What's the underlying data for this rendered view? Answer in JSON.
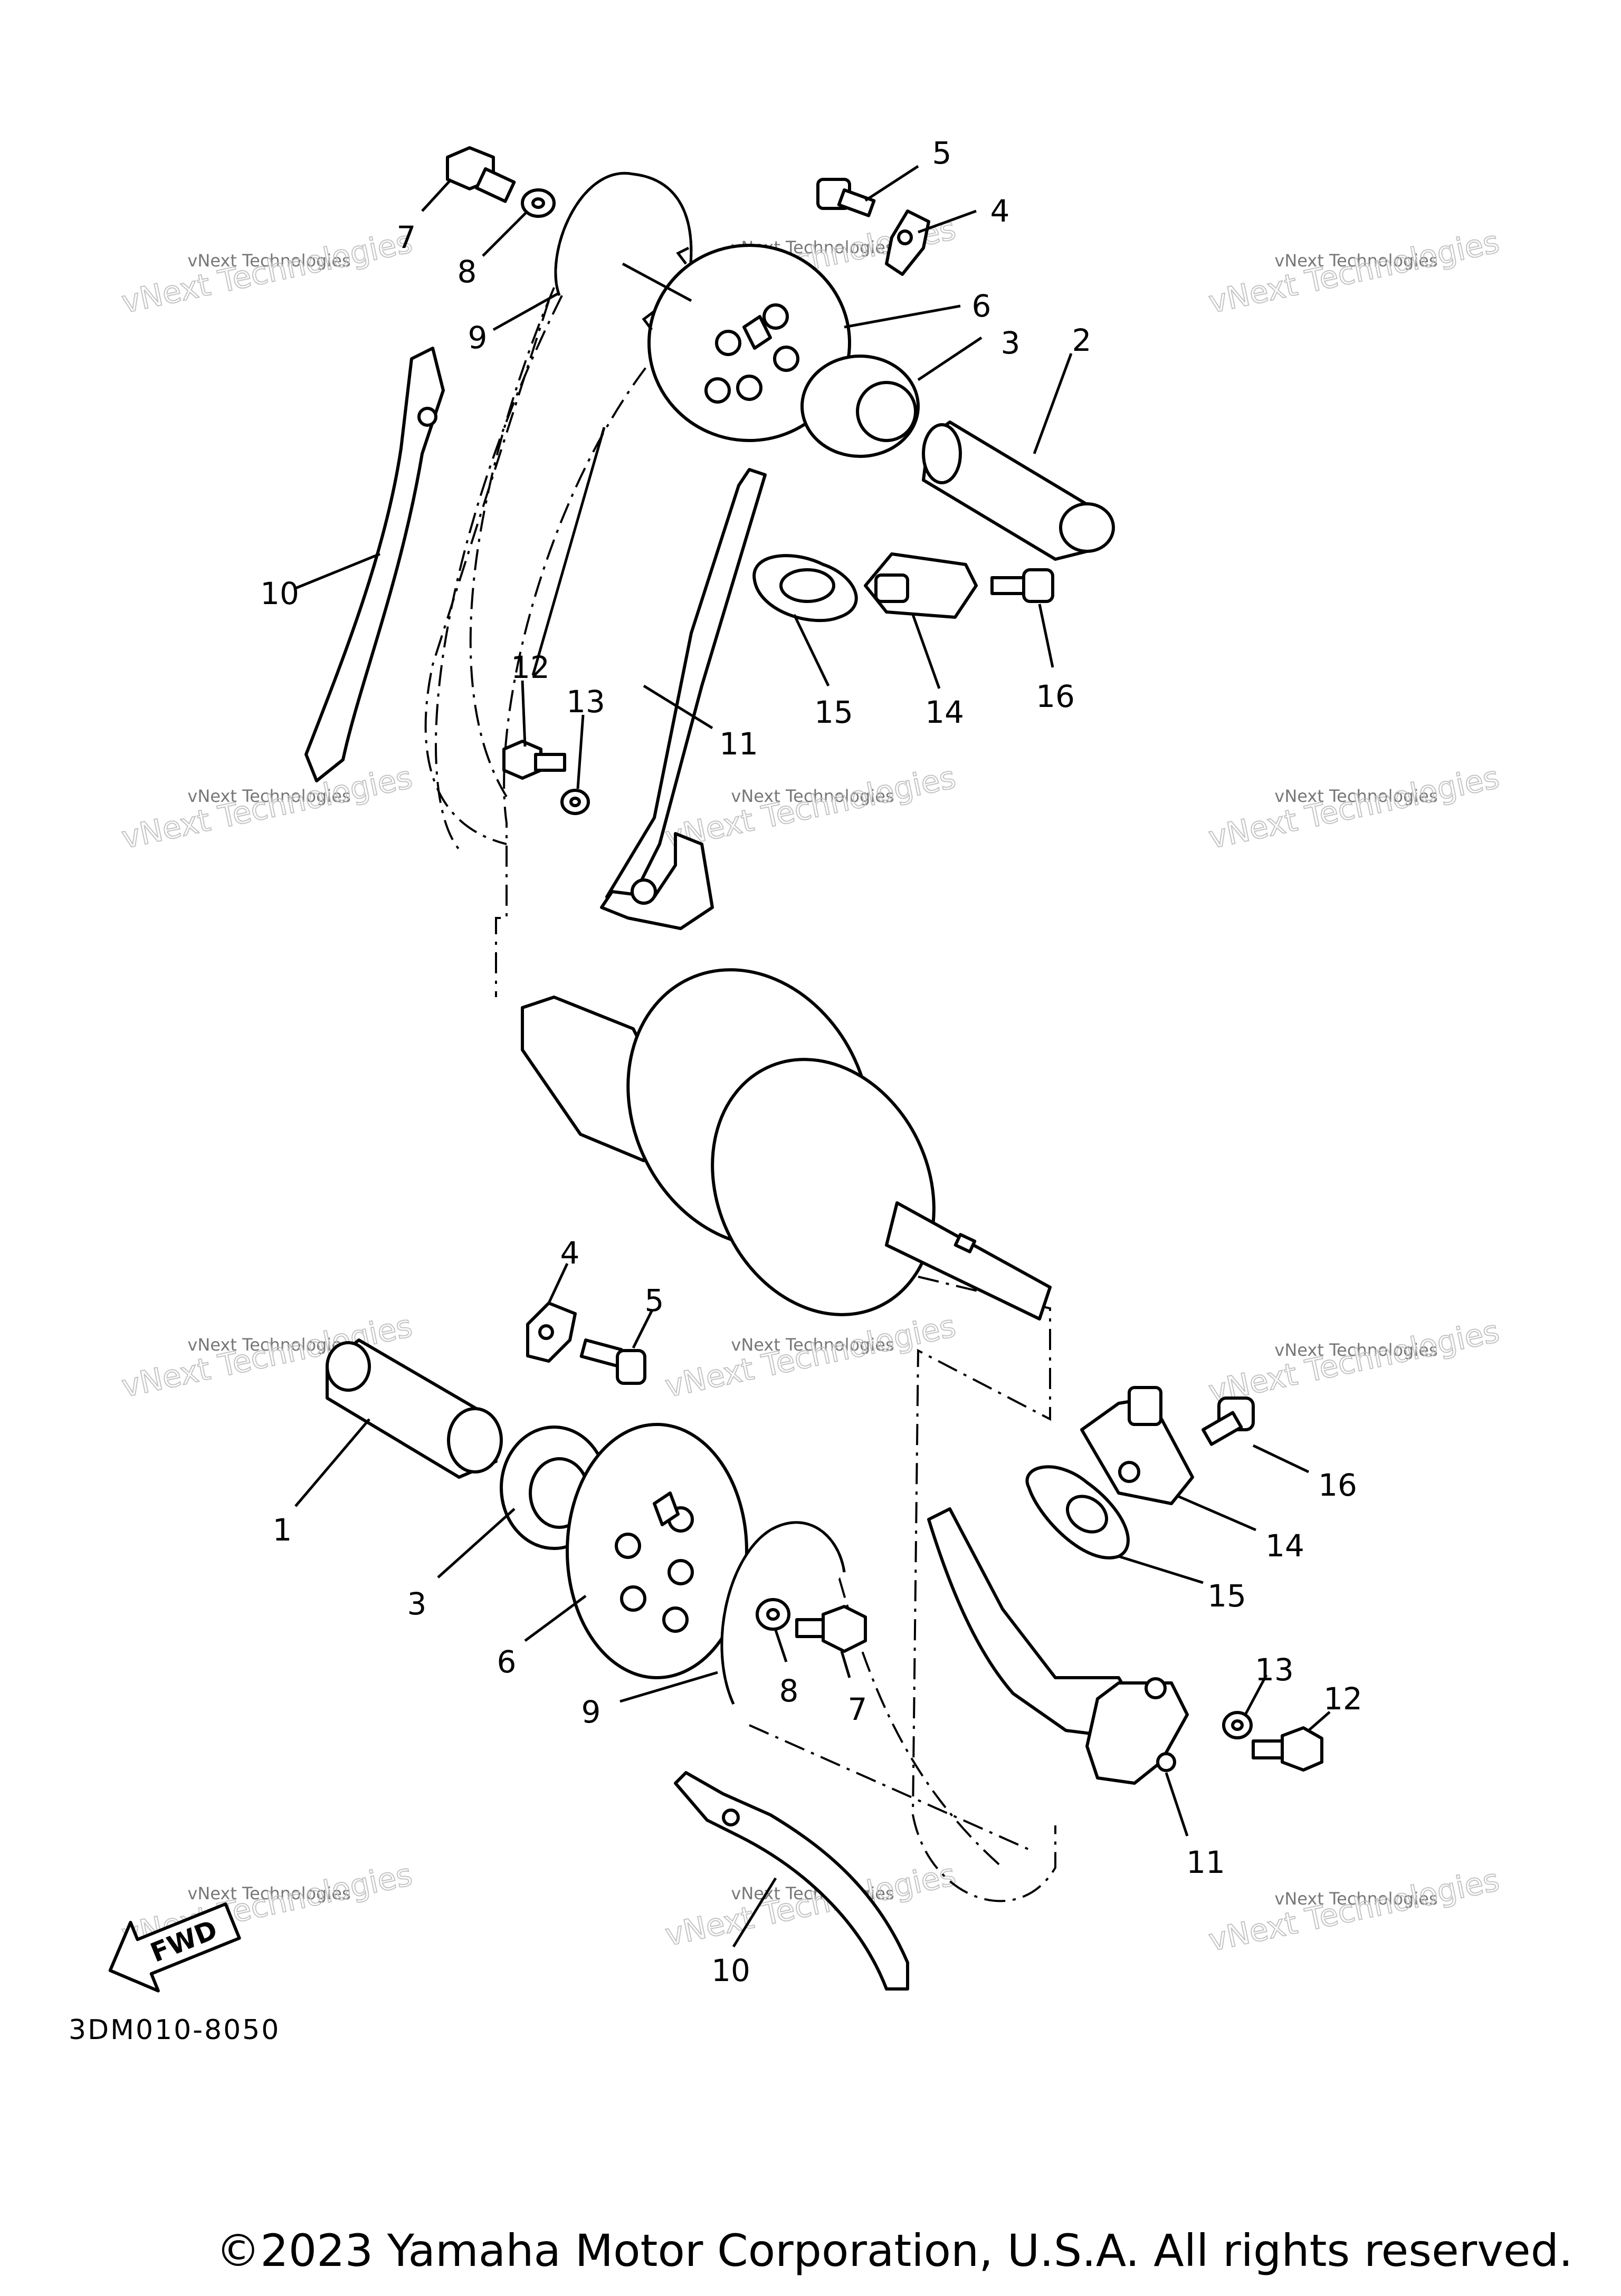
{
  "diagram": {
    "callouts": [
      {
        "n": "7"
      },
      {
        "n": "8"
      },
      {
        "n": "9"
      },
      {
        "n": "10"
      },
      {
        "n": "5"
      },
      {
        "n": "4"
      },
      {
        "n": "6"
      },
      {
        "n": "3"
      },
      {
        "n": "2"
      },
      {
        "n": "12"
      },
      {
        "n": "13"
      },
      {
        "n": "11"
      },
      {
        "n": "15"
      },
      {
        "n": "14"
      },
      {
        "n": "16"
      },
      {
        "n": "4"
      },
      {
        "n": "5"
      },
      {
        "n": "1"
      },
      {
        "n": "3"
      },
      {
        "n": "6"
      },
      {
        "n": "9"
      },
      {
        "n": "8"
      },
      {
        "n": "7"
      },
      {
        "n": "16"
      },
      {
        "n": "14"
      },
      {
        "n": "15"
      },
      {
        "n": "13"
      },
      {
        "n": "12"
      },
      {
        "n": "11"
      },
      {
        "n": "10"
      }
    ],
    "fwd_label": "FWD",
    "code": "3DM010-8050"
  },
  "watermark": {
    "line1": "vNext Technologies",
    "line2": "vNext Technologies"
  },
  "footer": {
    "copyright": "©2023 Yamaha Motor Corporation, U.S.A. All rights reserved."
  },
  "colors": {
    "ink": "#000000",
    "background": "#ffffff",
    "watermark": "#c4c4c4"
  }
}
